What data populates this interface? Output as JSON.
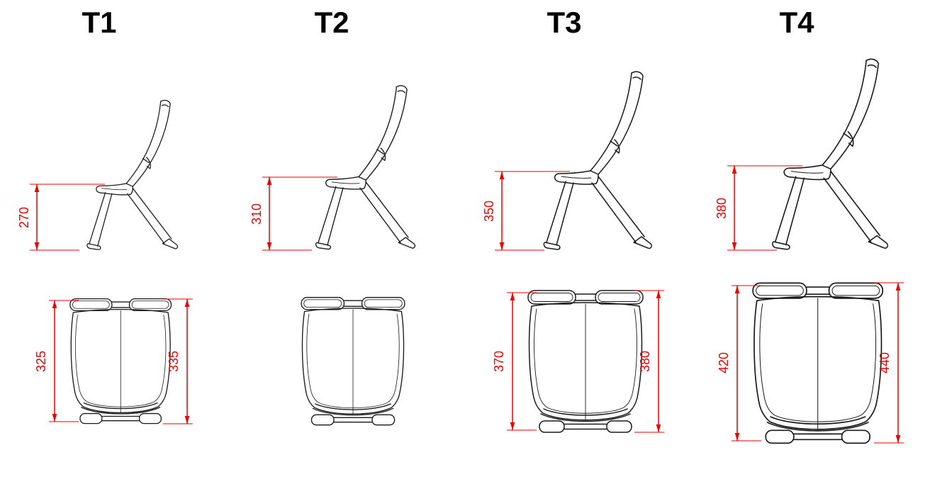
{
  "diagram": {
    "accent_color": "#ee0000",
    "line_color": "#1a1a1a",
    "chairs": [
      {
        "label": "T1",
        "side_view": {
          "seat_height": "270"
        },
        "top_view": {
          "depth_left": "325",
          "depth_right": "335"
        }
      },
      {
        "label": "T2",
        "side_view": {
          "seat_height": "310"
        },
        "top_view": {
          "depth_left": "",
          "depth_right": ""
        }
      },
      {
        "label": "T3",
        "side_view": {
          "seat_height": "350"
        },
        "top_view": {
          "depth_left": "370",
          "depth_right": "380"
        }
      },
      {
        "label": "T4",
        "side_view": {
          "seat_height": "380"
        },
        "top_view": {
          "depth_left": "420",
          "depth_right": "440"
        }
      }
    ]
  }
}
